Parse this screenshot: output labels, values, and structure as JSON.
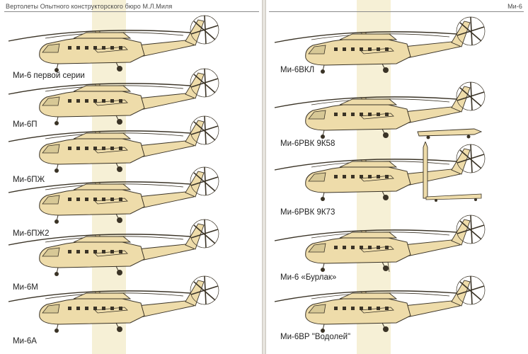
{
  "header": {
    "left": "Вертолеты Опытного конструкторского бюро М.Л.Миля",
    "right": "Ми-6"
  },
  "colors": {
    "fuselage": "#eedcaa",
    "outline": "#3a3326",
    "stripe": "#f6f0d6"
  },
  "left_page": {
    "variants": [
      {
        "label": "Ми-6 первой серии"
      },
      {
        "label": "Ми-6П"
      },
      {
        "label": "Ми-6ПЖ"
      },
      {
        "label": "Ми-6ПЖ2"
      },
      {
        "label": "Ми-6М"
      },
      {
        "label": "Ми-6А"
      }
    ]
  },
  "right_page": {
    "variants": [
      {
        "label": "Ми-6ВКЛ"
      },
      {
        "label": "Ми-6РВК 9К58"
      },
      {
        "label": "Ми-6РВК 9К73"
      },
      {
        "label": "Ми-6 «Бурлак»"
      },
      {
        "label": "Ми-6ВР \"Водолей\""
      }
    ]
  }
}
